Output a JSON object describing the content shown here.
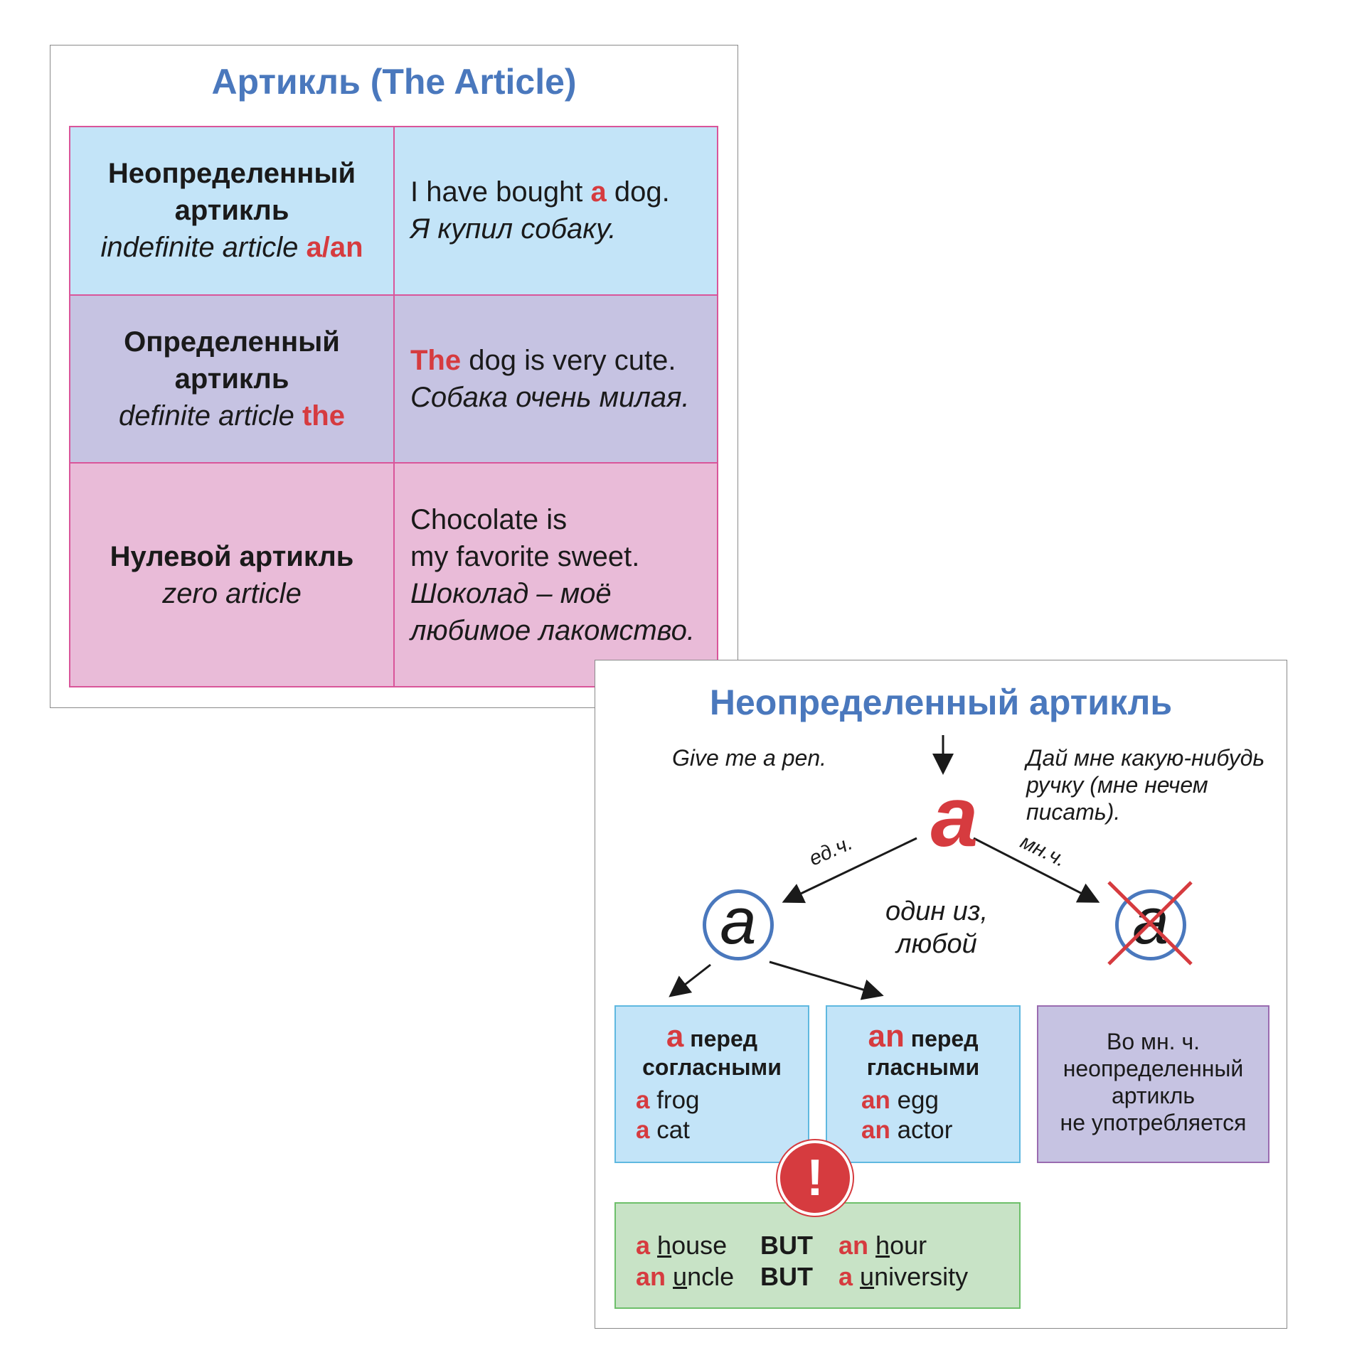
{
  "card1": {
    "title": "Артикль (The Article)",
    "rows": [
      {
        "name_ru": "Неопределенный",
        "name_ru2": "артикль",
        "name_en": "indefinite article ",
        "article": "a/an",
        "ex_pre": "I have bought ",
        "ex_art": "a",
        "ex_post": " dog.",
        "ex_ru": "Я купил собаку."
      },
      {
        "name_ru": "Определенный",
        "name_ru2": "артикль",
        "name_en": "definite article ",
        "article": "the",
        "ex_art": "The",
        "ex_post": " dog is very cute.",
        "ex_ru": "Собака очень милая."
      },
      {
        "name_ru": "Нулевой артикль",
        "name_en": "zero article",
        "ex_en1": "Chocolate is",
        "ex_en2": "my favorite sweet.",
        "ex_ru1": "Шоколад – моё",
        "ex_ru2": "любимое лакомство."
      }
    ]
  },
  "card2": {
    "title": "Неопределенный артикль",
    "example_en": "Give me a pen.",
    "example_ru": "Дай мне какую-нибудь ручку (мне нечем писать).",
    "big_article": "a",
    "label_singular": "ед.ч.",
    "label_plural": "мн.ч.",
    "meaning": "один из, любой",
    "circle_letter": "a",
    "crossed_letter": "a",
    "box_a": {
      "letter": "a",
      "head1": " перед",
      "head2": "согласными",
      "w1_art": "a",
      "w1": " frog",
      "w2_art": "a",
      "w2": " cat"
    },
    "box_an": {
      "letter": "an",
      "head1": " перед",
      "head2": "гласными",
      "w1_art": "an",
      "w1": " egg",
      "w2_art": "an",
      "w2": " actor"
    },
    "box_plural": {
      "l1": "Во мн. ч.",
      "l2": "неопределенный",
      "l3": "артикль",
      "l4": "не употребляется"
    },
    "exclamation": "!",
    "exceptions": [
      {
        "a1": "a",
        "w1u": "h",
        "w1": "ouse",
        "but": "BUT",
        "a2": "an",
        "w2u": "h",
        "w2": "our"
      },
      {
        "a1": "an",
        "w1u": "u",
        "w1": "ncle",
        "but": "BUT",
        "a2": "a",
        "w2u": "u",
        "w2": "niversity"
      }
    ],
    "colors": {
      "accent": "#d63b3f",
      "title": "#4a78bd",
      "circle": "#4a78bd"
    }
  }
}
